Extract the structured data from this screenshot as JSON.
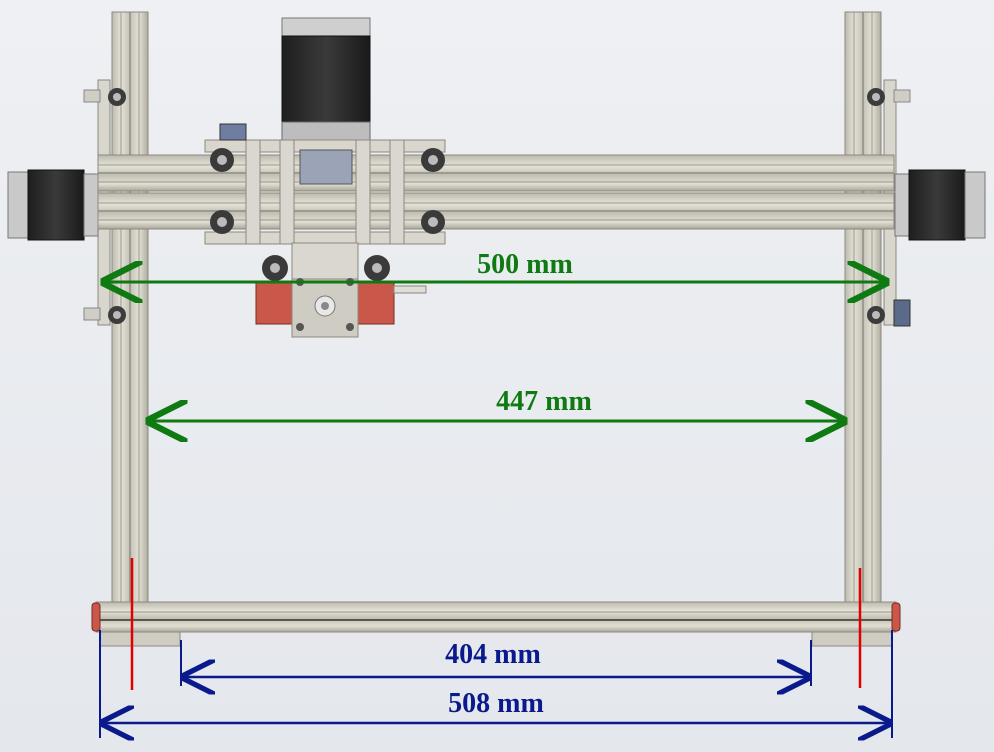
{
  "dimensions": {
    "carriage_width": {
      "label": "500 mm",
      "color": "#0f7a12"
    },
    "inner_width": {
      "label": "447 mm",
      "color": "#0f7a12"
    },
    "feet_inner_span": {
      "label": "404 mm",
      "color": "#0a1a8c"
    },
    "base_overall_width": {
      "label": "508 mm",
      "color": "#0a1a8c"
    }
  },
  "colors": {
    "background": "#e8eaee",
    "extrusion": "#d6d3c8",
    "extrusion_shadow": "#a8a59a",
    "motor_body": "#2b2b2b",
    "motor_cap": "#c9c9c9",
    "bracket_red": "#c9584b",
    "marker_red": "#e00000",
    "plate": "#dad7d0"
  }
}
